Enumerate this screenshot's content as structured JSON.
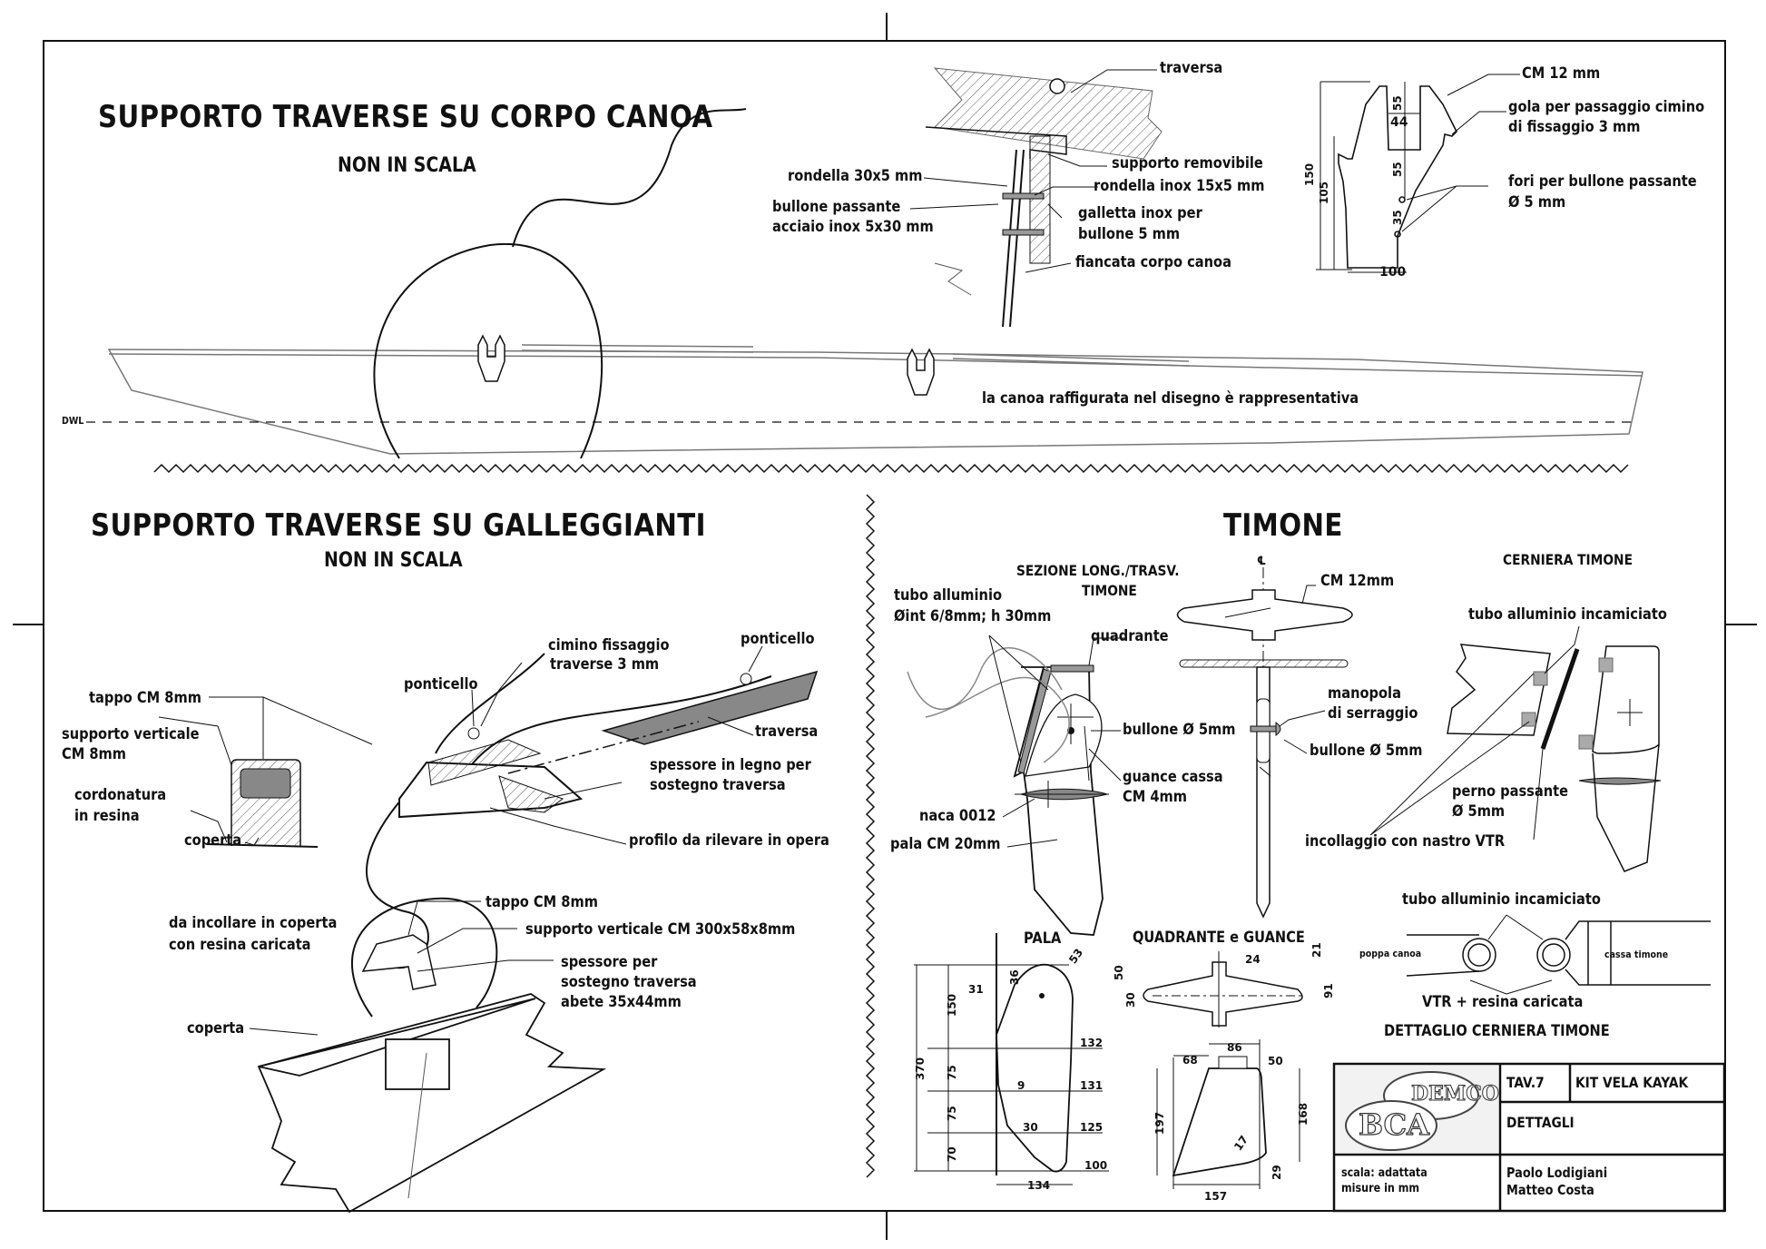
{
  "sections": {
    "canoa": {
      "title": "SUPPORTO TRAVERSE SU CORPO CANOA",
      "subtitle": "NON IN SCALA",
      "labels": {
        "traversa": "traversa",
        "supporto_removibile": "supporto removibile",
        "rondella_30": "rondella 30x5 mm",
        "rondella_inox": "rondella inox 15x5 mm",
        "bullone_passante_1": "bullone passante",
        "bullone_passante_2": "acciaio inox 5x30 mm",
        "galletta_1": "galletta inox per",
        "galletta_2": "bullone 5 mm",
        "fiancata": "fiancata corpo canoa",
        "cm12": "CM 12 mm",
        "gola_1": "gola per passaggio cimino",
        "gola_2": "di fissaggio 3 mm",
        "fori_1": "fori per bullone passante",
        "fori_2": "Ø 5 mm",
        "dwl": "DWL",
        "note": "la canoa raffigurata nel disegno è rappresentativa"
      },
      "dims": {
        "d150": "150",
        "d105": "105",
        "d55a": "55",
        "d44": "44",
        "d55b": "55",
        "d35": "35",
        "d100": "100"
      }
    },
    "galleggianti": {
      "title": "SUPPORTO TRAVERSE SU GALLEGGIANTI",
      "subtitle": "NON IN SCALA",
      "labels": {
        "tappo": "tappo CM 8mm",
        "supporto_v_1": "supporto verticale",
        "supporto_v_2": "CM 8mm",
        "cordonatura_1": "cordonatura",
        "cordonatura_2": "in resina",
        "coperta": "coperta",
        "ponticello_a": "ponticello",
        "ponticello_b": "ponticello",
        "cimino_1": "cimino fissaggio",
        "cimino_2": "traverse 3 mm",
        "traversa": "traversa",
        "spessore_1": "spessore in legno per",
        "spessore_2": "sostegno traversa",
        "profilo": "profilo da rilevare in opera",
        "incollare_1": "da incollare in coperta",
        "incollare_2": "con resina caricata",
        "tappo2": "tappo CM 8mm",
        "supporto_v3": "supporto verticale CM 300x58x8mm",
        "spessore_b1": "spessore per",
        "spessore_b2": "sostegno traversa",
        "spessore_b3": "abete 35x44mm",
        "coperta2": "coperta"
      }
    },
    "timone": {
      "title": "TIMONE",
      "sezione_1": "SEZIONE LONG./TRASV.",
      "sezione_2": "TIMONE",
      "cerniera_title": "CERNIERA TIMONE",
      "labels": {
        "tubo_1": "tubo alluminio",
        "tubo_2": "Øint 6/8mm; h 30mm",
        "quadrante": "quadrante",
        "bullone_a": "bullone Ø 5mm",
        "guance_1": "guance cassa",
        "guance_2": "CM 4mm",
        "naca": "naca 0012",
        "pala": "pala CM 20mm",
        "cl": "℄",
        "cm12": "CM 12mm",
        "manopola_1": "manopola",
        "manopola_2": "di serraggio",
        "bullone_b": "bullone Ø 5mm",
        "tubo_inc": "tubo alluminio incamiciato",
        "perno_1": "perno passante",
        "perno_2": "Ø 5mm",
        "incollaggio": "incollaggio con nastro VTR",
        "tubo_inc2": "tubo alluminio incamiciato",
        "poppa": "poppa canoa",
        "cassa": "cassa timone",
        "vtr": "VTR + resina caricata",
        "dettaglio": "DETTAGLIO CERNIERA TIMONE"
      },
      "pala": {
        "title": "PALA",
        "dims": {
          "d370": "370",
          "d150": "150",
          "d75a": "75",
          "d75b": "75",
          "d70": "70",
          "d31": "31",
          "d36": "36",
          "d53": "53",
          "d132": "132",
          "d131": "131",
          "d125": "125",
          "d100": "100",
          "d9": "9",
          "d30": "30",
          "d134": "134"
        }
      },
      "quadrante": {
        "title": "QUADRANTE e GUANCE",
        "dims": {
          "d50": "50",
          "d30": "30",
          "d24": "24",
          "d21": "21",
          "d91": "91",
          "d86": "86",
          "d68": "68",
          "d50b": "50",
          "d197": "197",
          "d168": "168",
          "d29": "29",
          "d157": "157",
          "d17": "17"
        }
      }
    }
  },
  "title_block": {
    "logo_top": "DEMCO",
    "logo_bottom": "BCA",
    "tav": "TAV.7",
    "project": "KIT VELA KAYAK",
    "sheet": "DETTAGLI",
    "scala_1": "scala: adattata",
    "scala_2": "misure in mm",
    "author_1": "Paolo Lodigiani",
    "author_2": "Matteo Costa"
  }
}
